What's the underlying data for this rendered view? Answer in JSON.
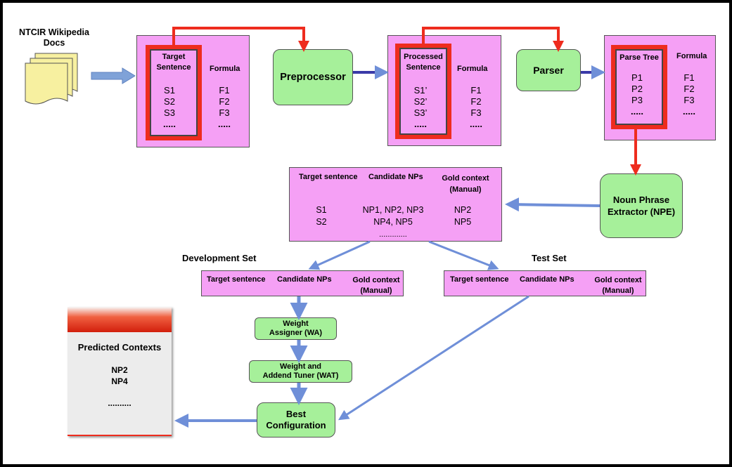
{
  "source": {
    "label": "NTCIR Wikipedia\nDocs"
  },
  "box1": {
    "left_header": "Target\nSentence",
    "right_header": "Formula",
    "left_items": [
      "S1",
      "S2",
      "S3",
      "....."
    ],
    "right_items": [
      "F1",
      "F2",
      "F3",
      "....."
    ]
  },
  "preprocessor": {
    "label": "Preprocessor"
  },
  "box2": {
    "left_header": "Processed\nSentence",
    "right_header": "Formula",
    "left_items": [
      "S1’",
      "S2’",
      "S3’",
      "....."
    ],
    "right_items": [
      "F1",
      "F2",
      "F3",
      "....."
    ]
  },
  "parser": {
    "label": "Parser"
  },
  "box3": {
    "left_header": "Parse Tree",
    "right_header": "Formula",
    "left_items": [
      "P1",
      "P2",
      "P3",
      "....."
    ],
    "right_items": [
      "F1",
      "F2",
      "F3",
      "....."
    ]
  },
  "npe": {
    "label": "Noun Phrase\nExtractor (NPE)"
  },
  "candidates": {
    "headers": [
      "Target sentence",
      "Candidate NPs",
      "Gold context\n(Manual)"
    ],
    "rows": [
      [
        "S1",
        "NP1, NP2, NP3",
        "NP2"
      ],
      [
        "S2",
        "NP4, NP5",
        "NP5"
      ]
    ],
    "ellipsis": "............."
  },
  "dev_set": {
    "title": "Development Set",
    "headers": [
      "Target sentence",
      "Candidate NPs",
      "Gold context\n(Manual)"
    ]
  },
  "test_set": {
    "title": "Test Set",
    "headers": [
      "Target sentence",
      "Candidate NPs",
      "Gold context\n(Manual)"
    ]
  },
  "weight_assigner": {
    "label": "Weight\nAssigner (WA)"
  },
  "weight_tuner": {
    "label": "Weight and\nAddend Tuner (WAT)"
  },
  "best_config": {
    "label": "Best\nConfiguration"
  },
  "predicted": {
    "title": "Predicted Contexts",
    "items": [
      "NP2",
      "NP4",
      ".........."
    ]
  },
  "colors": {
    "pink": "#f5a0f5",
    "green": "#a6f09a",
    "red": "#ee2c1e",
    "blue_arrow": "#6f8fd8",
    "doc_yellow": "#f7f0a0"
  }
}
